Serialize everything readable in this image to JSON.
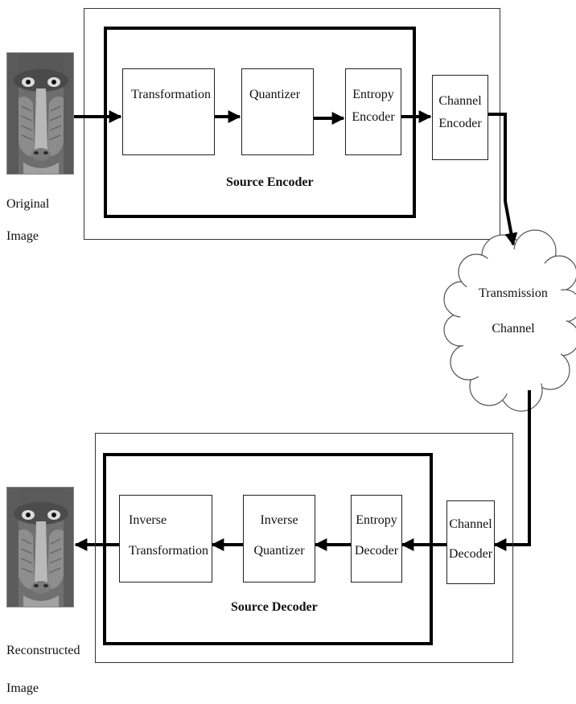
{
  "images": {
    "original": {
      "label_line1": "Original",
      "label_line2": "Image",
      "icon": "mandrill-image"
    },
    "reconstructed": {
      "label_line1": "Reconstructed",
      "label_line2": "Image",
      "icon": "mandrill-image"
    }
  },
  "encoder": {
    "group_label": "Source Encoder",
    "transformation": "Transformation",
    "quantizer": "Quantizer",
    "entropy_line1": "Entropy",
    "entropy_line2": "Encoder"
  },
  "channel_encoder": {
    "line1": "Channel",
    "line2": "Encoder"
  },
  "transmission": {
    "line1": "Transmission",
    "line2": "Channel"
  },
  "channel_decoder": {
    "line1": "Channel",
    "line2": "Decoder"
  },
  "decoder": {
    "group_label": "Source Decoder",
    "entropy_line1": "Entropy",
    "entropy_line2": "Decoder",
    "inv_quantizer_line1": "Inverse",
    "inv_quantizer_line2": "Quantizer",
    "inv_transform_line1": "Inverse",
    "inv_transform_line2": "Transformation"
  }
}
